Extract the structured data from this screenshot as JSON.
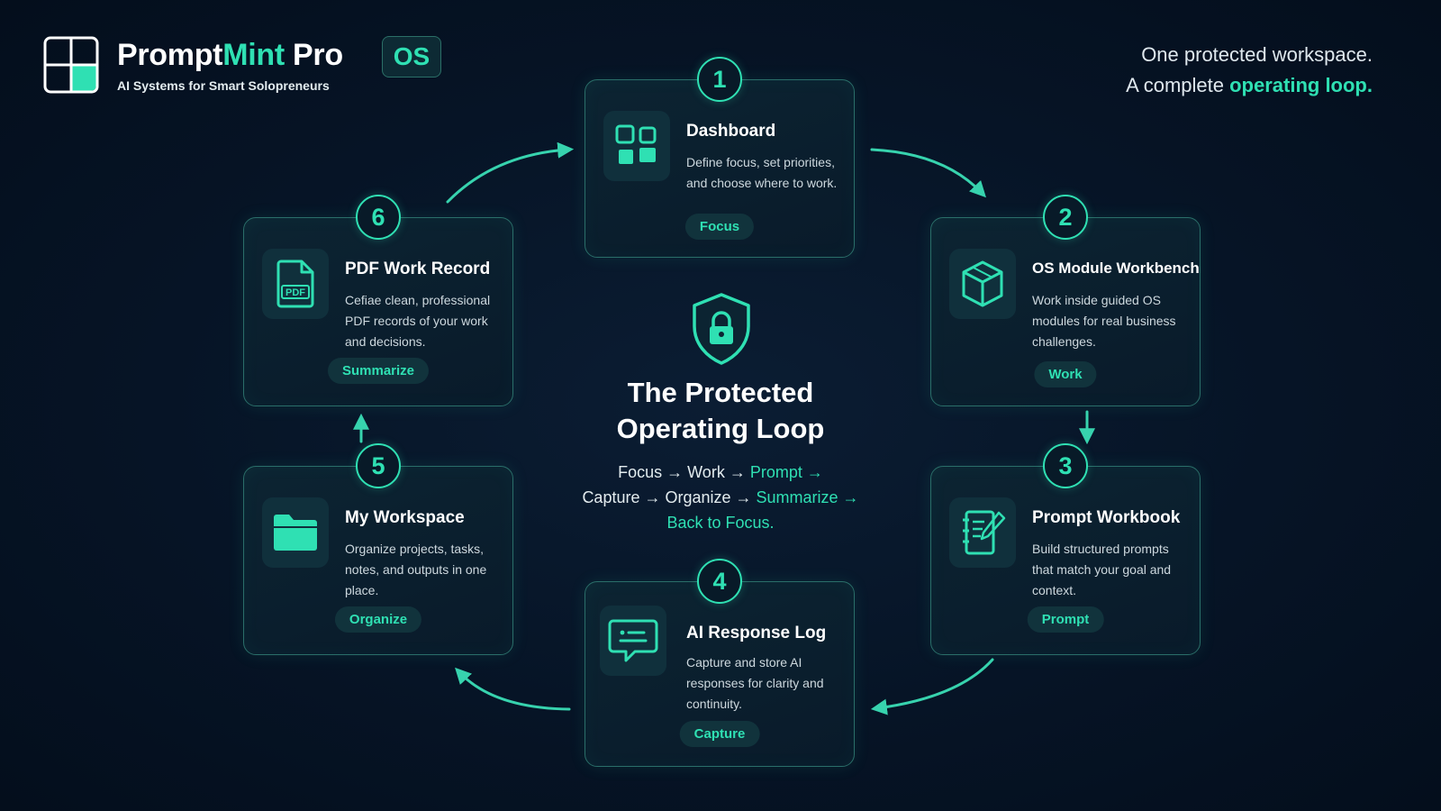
{
  "brand": {
    "name_prefix": "Prompt",
    "name_accent": "Mint",
    "name_suffix": " Pro",
    "badge": "OS",
    "tagline": "AI Systems for Smart Solopreneurs"
  },
  "headline": {
    "line1": "One protected workspace.",
    "line2_prefix": "A complete ",
    "line2_accent": "operating loop."
  },
  "center": {
    "title_line1": "The Protected",
    "title_line2": "Operating Loop",
    "loop_line1_plain": "Focus → Work → ",
    "loop_line1_accent": "Prompt →",
    "loop_line2_plain": "Capture → Organize → ",
    "loop_line2_accent": "Summarize →",
    "loop_line3_accent": "Back to Focus."
  },
  "steps": [
    {
      "number": "1",
      "title": "Dashboard",
      "description": "Define focus, set priorities, and choose where to work.",
      "tag": "Focus",
      "icon": "dashboard-grid-icon"
    },
    {
      "number": "2",
      "title": "OS Module Workbench",
      "description": "Work inside guided OS modules for real business challenges.",
      "tag": "Work",
      "icon": "cube-icon"
    },
    {
      "number": "3",
      "title": "Prompt Workbook",
      "description": "Build structured prompts that match your goal and context.",
      "tag": "Prompt",
      "icon": "notebook-pen-icon"
    },
    {
      "number": "4",
      "title": "AI Response Log",
      "description": "Capture and store AI responses for clarity and continuity.",
      "tag": "Capture",
      "icon": "chat-bubble-icon"
    },
    {
      "number": "5",
      "title": "My Workspace",
      "description": "Organize projects, tasks, notes, and outputs in one place.",
      "tag": "Organize",
      "icon": "folder-icon"
    },
    {
      "number": "6",
      "title": "PDF Work Record",
      "description": "Cefiae clean, professional PDF records of your work and decisions.",
      "tag": "Summarize",
      "icon": "pdf-file-icon",
      "icon_label": "PDF"
    }
  ],
  "colors": {
    "background": "#061426",
    "accent": "#2fe0b3",
    "card_border": "#2a6e69"
  }
}
